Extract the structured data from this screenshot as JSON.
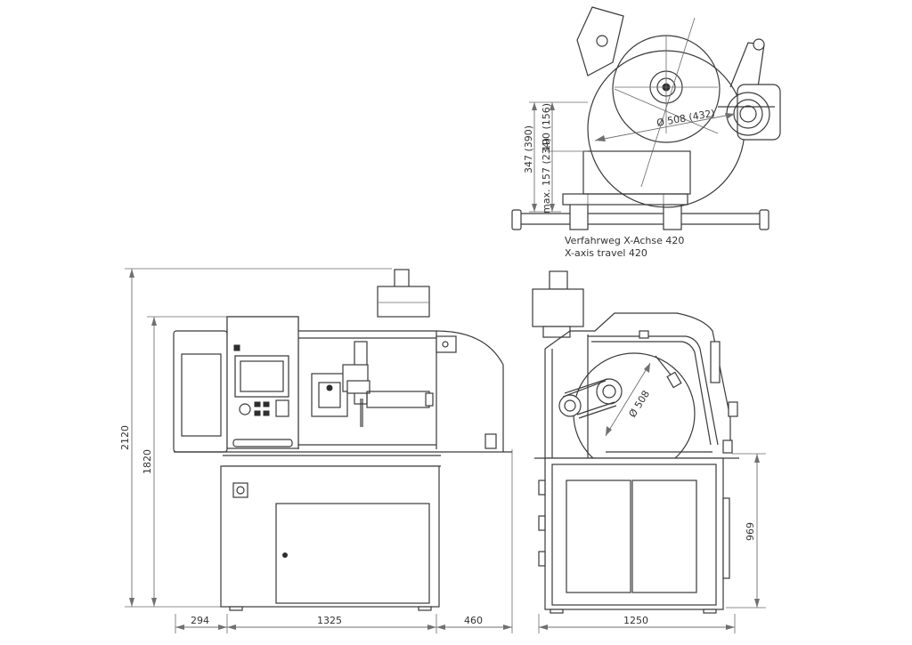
{
  "dimensions": {
    "front_total_height": "2120",
    "front_machine_height": "1820",
    "front_width_left": "294",
    "front_width_main": "1325",
    "front_width_right": "460",
    "side_width": "1250",
    "side_table_height": "969",
    "top_347": "347 (390)",
    "top_190": "190 (156)",
    "top_157": "max. 157 (234)",
    "wheel_diameter_top": "Ø 508 (432)",
    "wheel_diameter_side": "Ø 508"
  },
  "axis_travel": {
    "german": "Verfahrweg X-Achse 420",
    "english": "X-axis travel 420"
  },
  "colors": {
    "line": "#3a3a3a",
    "dimension": "#707070",
    "dark_fill": "#2e2e2e",
    "background": "#ffffff"
  }
}
